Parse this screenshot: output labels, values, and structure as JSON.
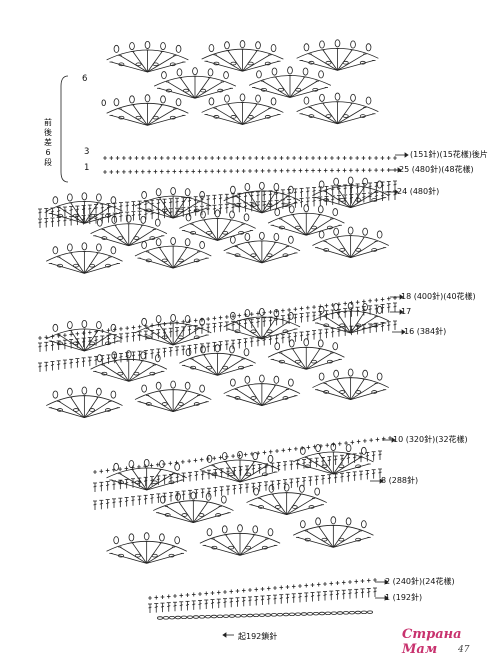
{
  "side_note": {
    "text": "前後差6段",
    "top_row": "6",
    "bottom_row": "0",
    "row_three": "3",
    "row_one": "1"
  },
  "row_labels": [
    {
      "id": "r151",
      "text": "(151針)(15花樣)後片"
    },
    {
      "id": "r25",
      "text": "25 (480針)(48花樣)"
    },
    {
      "id": "r24",
      "text": "24 (480針)"
    },
    {
      "id": "r18",
      "text": "18 (400針)(40花樣)"
    },
    {
      "id": "r17",
      "text": "17"
    },
    {
      "id": "r16",
      "text": "16 (384針)"
    },
    {
      "id": "r10",
      "text": "10 (320針)(32花樣)"
    },
    {
      "id": "r8",
      "text": "8 (288針)"
    },
    {
      "id": "r2",
      "text": "2 (240針)(24花樣)"
    },
    {
      "id": "r1",
      "text": "1 (192針)"
    }
  ],
  "start_note": "起192鎖針",
  "watermark": {
    "brand": "Страна Мам",
    "page": "47"
  }
}
